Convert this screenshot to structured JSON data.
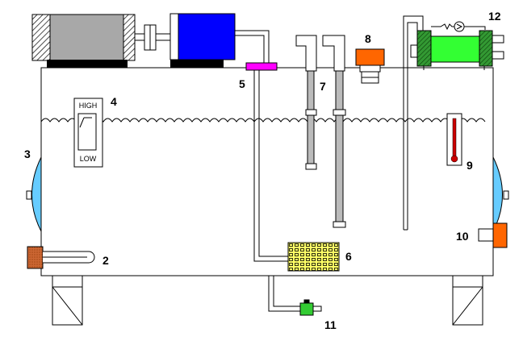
{
  "indicator": {
    "high_label": "HIGH",
    "low_label": "LOW"
  },
  "callouts": {
    "c1": "2",
    "c2": "3",
    "c3": "4",
    "c4": "5",
    "c5": "6",
    "c6": "7",
    "c7": "8",
    "c8": "9",
    "c9": "10",
    "c10": "11",
    "c11": "12"
  },
  "colors": {
    "tank_outline": "#000000",
    "motor_gray": "#a8a8a8",
    "pump_blue": "#0000ff",
    "valve_magenta": "#ff00ff",
    "filter_yellow": "#ffff66",
    "plug_orange": "#ff6600",
    "heater_brown": "#cc6633",
    "window_cyan": "#66ccff",
    "cooler_green": "#33ff33",
    "flange_green": "#339933",
    "drain_valve_green": "#33cc33",
    "thermometer_red": "#cc0000"
  }
}
